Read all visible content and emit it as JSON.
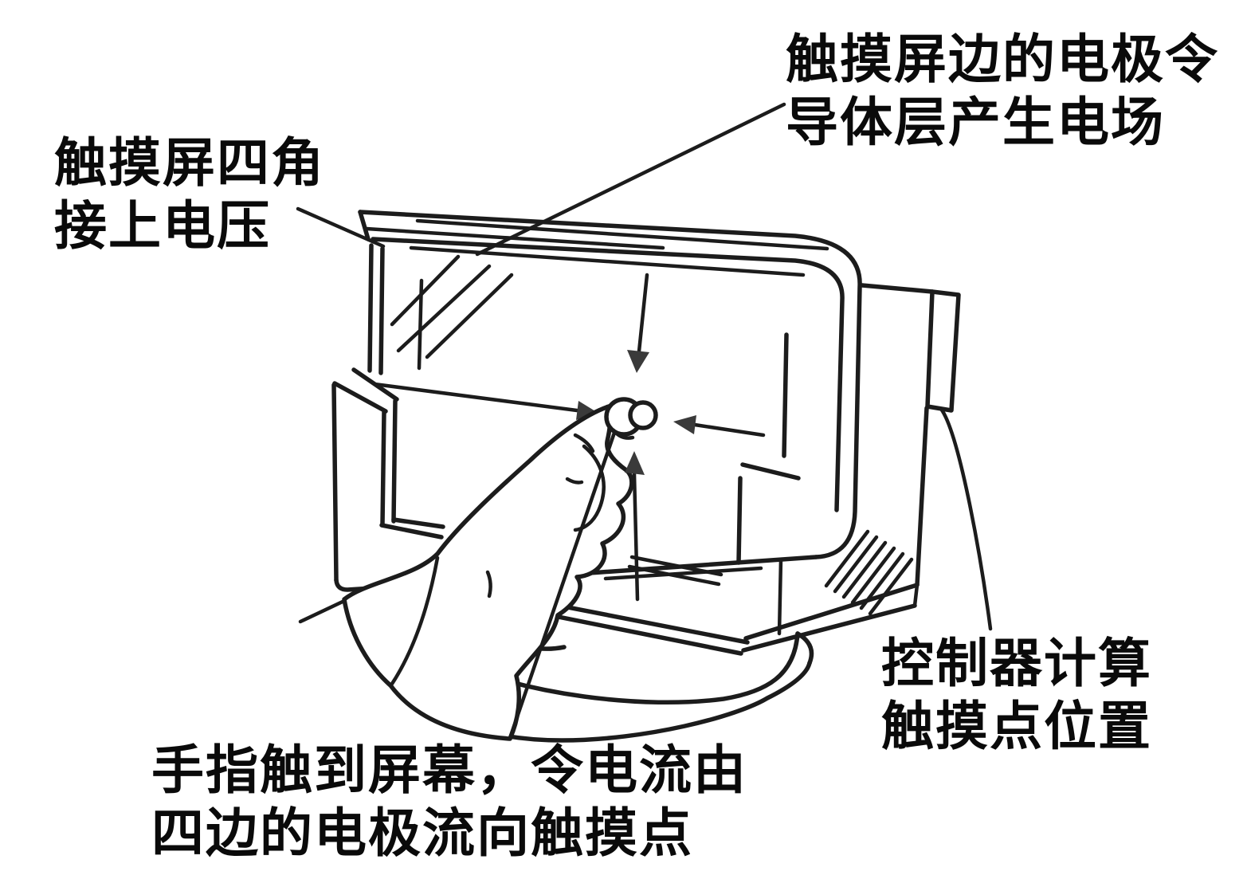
{
  "labels": {
    "top_right": {
      "line1": "触摸屏边的电极令",
      "line2": "导体层产生电场"
    },
    "left": {
      "line1": "触摸屏四角",
      "line2": "接上电压"
    },
    "bottom_left": {
      "line1": "手指触到屏幕，令电流由",
      "line2": "四边的电极流向触摸点"
    },
    "bottom_right": {
      "line1": "控制器计算",
      "line2": "触摸点位置"
    }
  },
  "diagram": {
    "subject": "touchscreen-monitor-with-pointing-hand",
    "arrows": [
      "current-arrow-from-top",
      "current-arrow-from-left",
      "current-arrow-from-right",
      "current-arrow-from-bottom"
    ],
    "elements": [
      "crt-monitor",
      "touch-panel-overlay",
      "controller-strip",
      "monitor-base",
      "pointing-hand",
      "touch-point"
    ],
    "leader_lines": 5
  },
  "colors": {
    "ink": "#1c1c1c",
    "arrowhead": "#3a3a3a",
    "background": "#ffffff",
    "text": "#0a0a0a"
  }
}
